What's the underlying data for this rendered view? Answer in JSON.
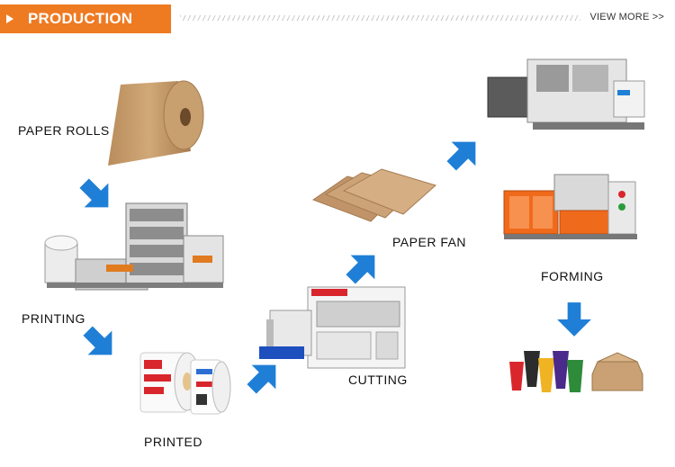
{
  "header": {
    "title": "PRODUCTION LINE",
    "view_more": "VIEW MORE >>"
  },
  "colors": {
    "accent": "#ee7a22",
    "arrow": "#1f7fd6",
    "kraft": "#c9a174",
    "machine_orange": "#f06a1c"
  },
  "steps": {
    "paper_rolls": "PAPER ROLLS",
    "printing": "PRINTING",
    "printed": "PRINTED",
    "cutting": "CUTTING",
    "paper_fan": "PAPER FAN",
    "forming": "FORMING"
  },
  "icons": {
    "arrows": [
      "arrow-down-left-icon",
      "arrow-down-right-icon",
      "arrow-up-right-icon",
      "arrow-up-right-icon",
      "arrow-up-right-icon",
      "arrow-down-icon"
    ]
  }
}
